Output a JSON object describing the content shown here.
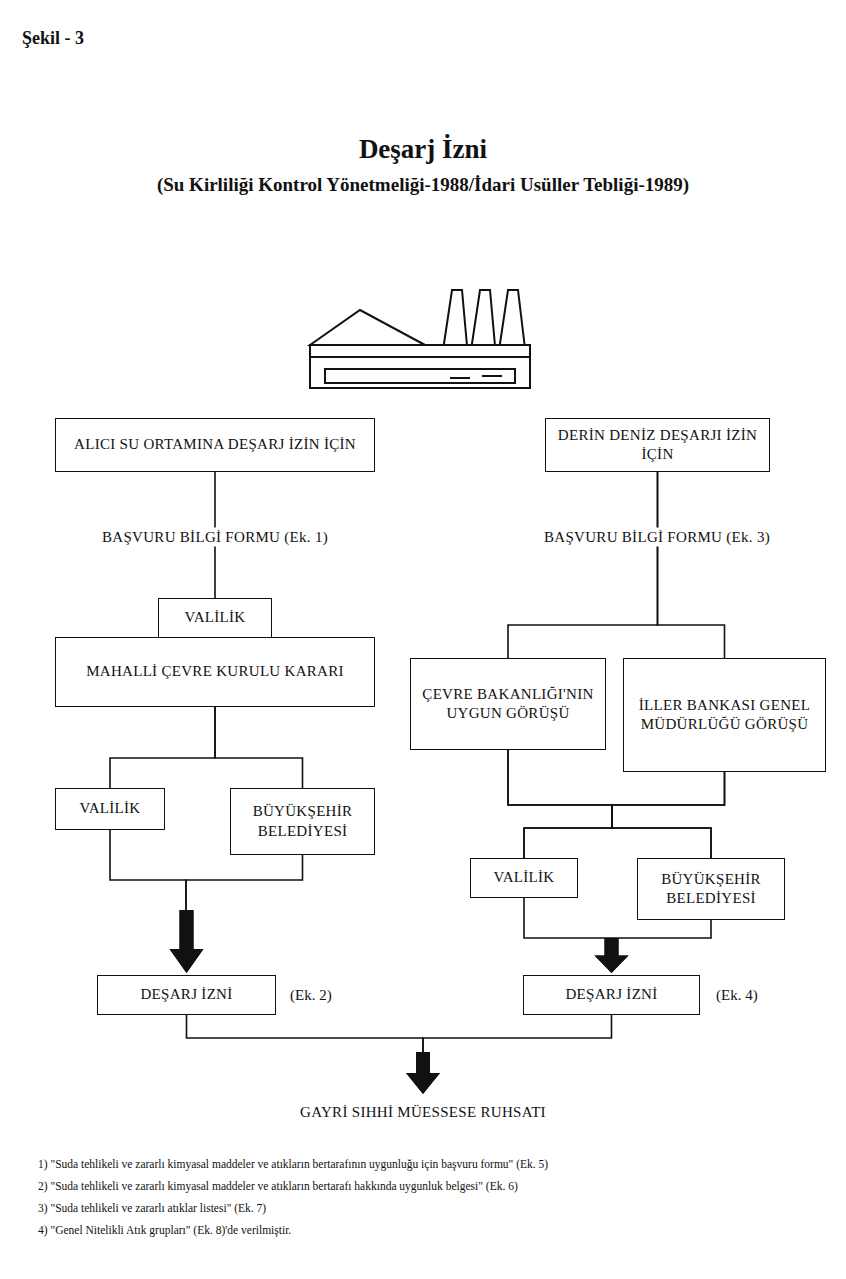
{
  "diagram": {
    "title": "Deşarj İzni",
    "nodes": [
      {
        "text": [
          "ALICI SU ORTAMINA DEŞARJ İZİN İÇİN"
        ]
      },
      {
        "text": [
          "DERİN DENİZ DEŞARJI İZİN İÇİN"
        ]
      },
      {
        "text": [
          "VALİLİK"
        ]
      },
      {
        "text": [
          "MAHALLİ ÇEVRE KURULU KARARI"
        ]
      },
      {
        "text": [
          "VALİLİK"
        ]
      },
      {
        "text": [
          "BÜYÜKŞEHİR BELEDİYESİ"
        ]
      },
      {
        "text": [
          "ÇEVRE BAKANLIĞI'NIN UYGUN GÖRÜŞÜ"
        ]
      },
      {
        "text": [
          "İLLER BANKASI GENEL MÜDÜRLÜĞÜ GÖRÜŞÜ"
        ]
      },
      {
        "text": [
          "VALİLİK"
        ]
      },
      {
        "text": [
          "BÜYÜKŞEHİR BELEDİYESİ"
        ]
      },
      {
        "text": [
          "DEŞARJ İZNİ"
        ]
      },
      {
        "text": [
          "DEŞARJ İZNİ"
        ]
      },
      {
        "text": [
          "GAYRİ SIHHİ MÜESSESE RUHSATI"
        ]
      }
    ],
    "edges": [
      {
        "from": 0,
        "to": 2,
        "arrow": "none",
        "label": "BAŞVURU BİLGİ FORMU (Ek. 1)"
      },
      {
        "from": 1,
        "to": 6,
        "arrow": "none",
        "label": "BAŞVURU BİLGİ FORMU (Ek. 3)"
      },
      {
        "from": 1,
        "to": 7,
        "arrow": "none"
      },
      {
        "from": 3,
        "to": 4,
        "arrow": "none"
      },
      {
        "from": 3,
        "to": 5,
        "arrow": "none"
      },
      {
        "from": 6,
        "to": 8,
        "arrow": "none"
      },
      {
        "from": 6,
        "to": 9,
        "arrow": "none"
      },
      {
        "from": 7,
        "to": 8,
        "arrow": "none"
      },
      {
        "from": 7,
        "to": 9,
        "arrow": "none"
      },
      {
        "from": 4,
        "to": 10,
        "arrow": "to"
      },
      {
        "from": 5,
        "to": 10,
        "arrow": "to"
      },
      {
        "from": 8,
        "to": 11,
        "arrow": "to"
      },
      {
        "from": 9,
        "to": 11,
        "arrow": "to"
      },
      {
        "from": 10,
        "to": 12,
        "arrow": "to"
      },
      {
        "from": 11,
        "to": 12,
        "arrow": "to"
      }
    ],
    "labels": [
      "Şekil - 3",
      "(Su Kirliliği Kontrol Yönetmeliği-1988/İdari Usüller Tebliği-1989)",
      "(Ek. 2)",
      "(Ek. 4)",
      "1) \"Suda tehlikeli ve zararlı kimyasal maddeler ve atıkların bertarafının uygunluğu için başvuru formu\" (Ek. 5)",
      "2) \"Suda tehlikeli ve zararlı kimyasal maddeler ve atıkların bertarafı hakkında uygunluk belgesi\" (Ek. 6)",
      "3) \"Suda tehlikeli ve zararlı atıklar listesi\" (Ek. 7)",
      "4) \"Genel Nitelikli Atık grupları\" (Ek. 8)'de verilmiştir."
    ]
  }
}
